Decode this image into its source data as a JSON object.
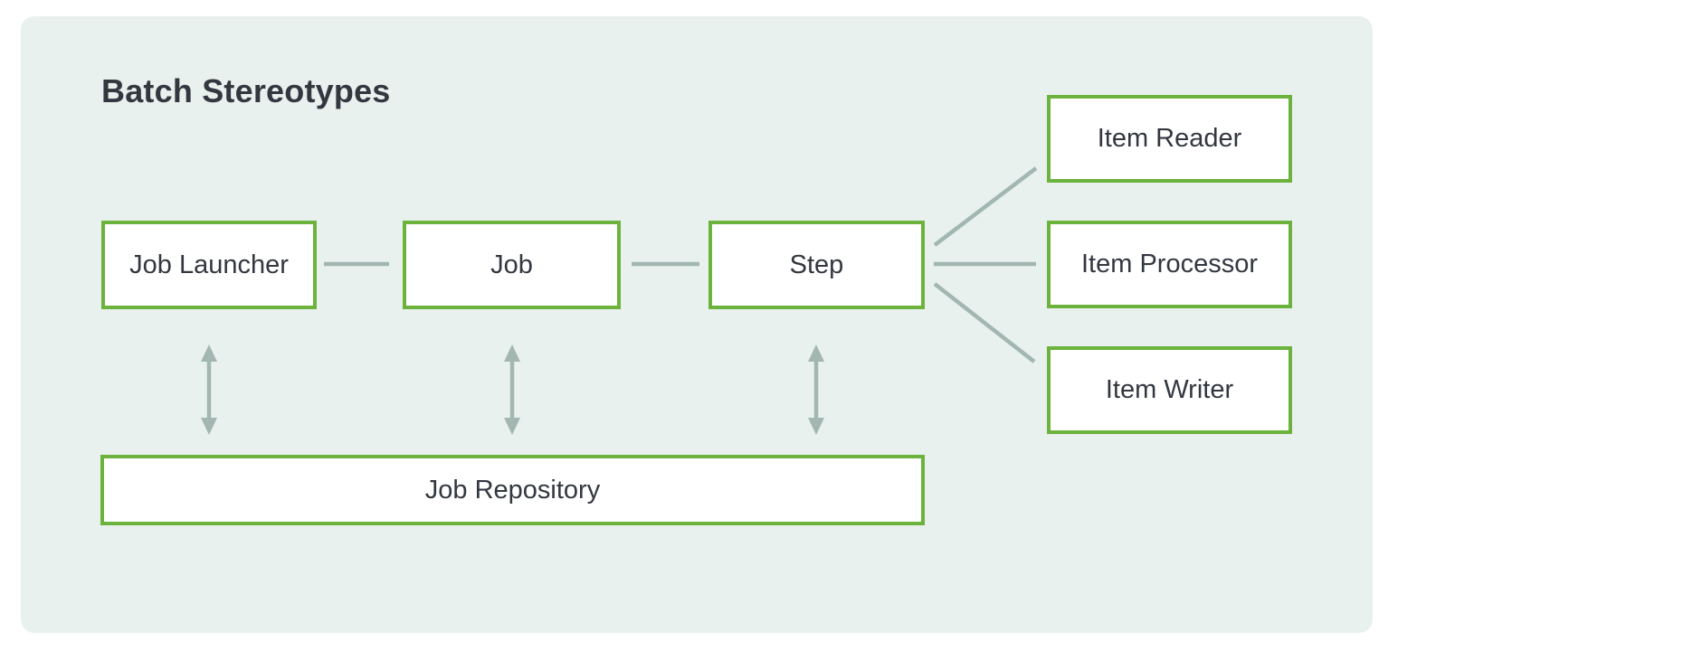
{
  "diagram": {
    "title": "Batch Stereotypes",
    "nodes": [
      {
        "id": "job-launcher",
        "label": "Job Launcher"
      },
      {
        "id": "job",
        "label": "Job"
      },
      {
        "id": "step",
        "label": "Step"
      },
      {
        "id": "item-reader",
        "label": "Item Reader"
      },
      {
        "id": "item-processor",
        "label": "Item Processor"
      },
      {
        "id": "item-writer",
        "label": "Item Writer"
      },
      {
        "id": "job-repository",
        "label": "Job Repository"
      }
    ],
    "edges": [
      {
        "from": "job-launcher",
        "to": "job",
        "style": "plain-line"
      },
      {
        "from": "job",
        "to": "step",
        "style": "plain-line"
      },
      {
        "from": "step",
        "to": "item-reader",
        "style": "plain-line"
      },
      {
        "from": "step",
        "to": "item-processor",
        "style": "plain-line"
      },
      {
        "from": "step",
        "to": "item-writer",
        "style": "plain-line"
      },
      {
        "from": "job-launcher",
        "to": "job-repository",
        "style": "double-arrow"
      },
      {
        "from": "job",
        "to": "job-repository",
        "style": "double-arrow"
      },
      {
        "from": "step",
        "to": "job-repository",
        "style": "double-arrow"
      }
    ],
    "colors": {
      "node_border": "#6cb33e",
      "node_fill": "#ffffff",
      "canvas_background": "#e9f1ef",
      "page_background": "#ffffff",
      "connector": "#a2b6b2",
      "text": "#333740"
    }
  }
}
